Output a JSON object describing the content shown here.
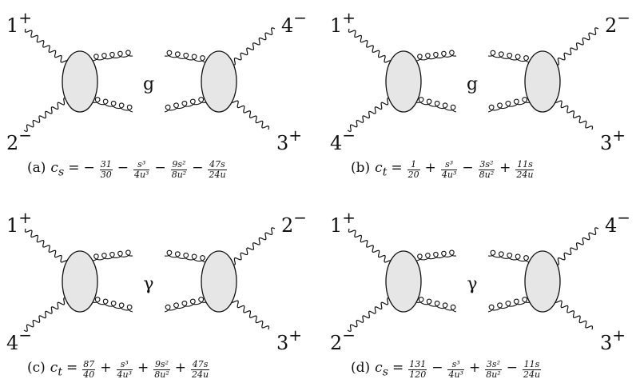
{
  "panels": [
    {
      "id": "a",
      "mid_label": "g",
      "legs": [
        {
          "num": "1",
          "sign": "+"
        },
        {
          "num": "2",
          "sign": "−"
        },
        {
          "num": "4",
          "sign": "−"
        },
        {
          "num": "3",
          "sign": "+"
        }
      ],
      "caption": {
        "tag": "(a)",
        "coef": "c",
        "sub": "s",
        "lead": "−",
        "terms": [
          {
            "num": "31",
            "den": "30"
          },
          {
            "op": "−",
            "num": "s³",
            "den": "4u³"
          },
          {
            "op": "−",
            "num": "9s²",
            "den": "8u²"
          },
          {
            "op": "−",
            "num": "47s",
            "den": "24u"
          }
        ]
      }
    },
    {
      "id": "b",
      "mid_label": "g",
      "legs": [
        {
          "num": "1",
          "sign": "+"
        },
        {
          "num": "4",
          "sign": "−"
        },
        {
          "num": "2",
          "sign": "−"
        },
        {
          "num": "3",
          "sign": "+"
        }
      ],
      "caption": {
        "tag": "(b)",
        "coef": "c",
        "sub": "t",
        "lead": "",
        "terms": [
          {
            "num": "1",
            "den": "20"
          },
          {
            "op": "+",
            "num": "s³",
            "den": "4u³"
          },
          {
            "op": "−",
            "num": "3s²",
            "den": "8u²"
          },
          {
            "op": "+",
            "num": "11s",
            "den": "24u"
          }
        ]
      }
    },
    {
      "id": "c",
      "mid_label": "γ",
      "legs": [
        {
          "num": "1",
          "sign": "+"
        },
        {
          "num": "4",
          "sign": "−"
        },
        {
          "num": "2",
          "sign": "−"
        },
        {
          "num": "3",
          "sign": "+"
        }
      ],
      "caption": {
        "tag": "(c)",
        "coef": "c",
        "sub": "t",
        "lead": "",
        "terms": [
          {
            "num": "87",
            "den": "40"
          },
          {
            "op": "+",
            "num": "s³",
            "den": "4u³"
          },
          {
            "op": "+",
            "num": "9s²",
            "den": "8u²"
          },
          {
            "op": "+",
            "num": "47s",
            "den": "24u"
          }
        ]
      }
    },
    {
      "id": "d",
      "mid_label": "γ",
      "legs": [
        {
          "num": "1",
          "sign": "+"
        },
        {
          "num": "2",
          "sign": "−"
        },
        {
          "num": "4",
          "sign": "−"
        },
        {
          "num": "3",
          "sign": "+"
        }
      ],
      "caption": {
        "tag": "(d)",
        "coef": "c",
        "sub": "s",
        "lead": "",
        "terms": [
          {
            "num": "131",
            "den": "120"
          },
          {
            "op": "−",
            "num": "s³",
            "den": "4u³"
          },
          {
            "op": "+",
            "num": "3s²",
            "den": "8u²"
          },
          {
            "op": "−",
            "num": "11s",
            "den": "24u"
          }
        ]
      }
    }
  ],
  "colors": {
    "blob_fill": "#e6e6e6",
    "line": "#111111"
  }
}
